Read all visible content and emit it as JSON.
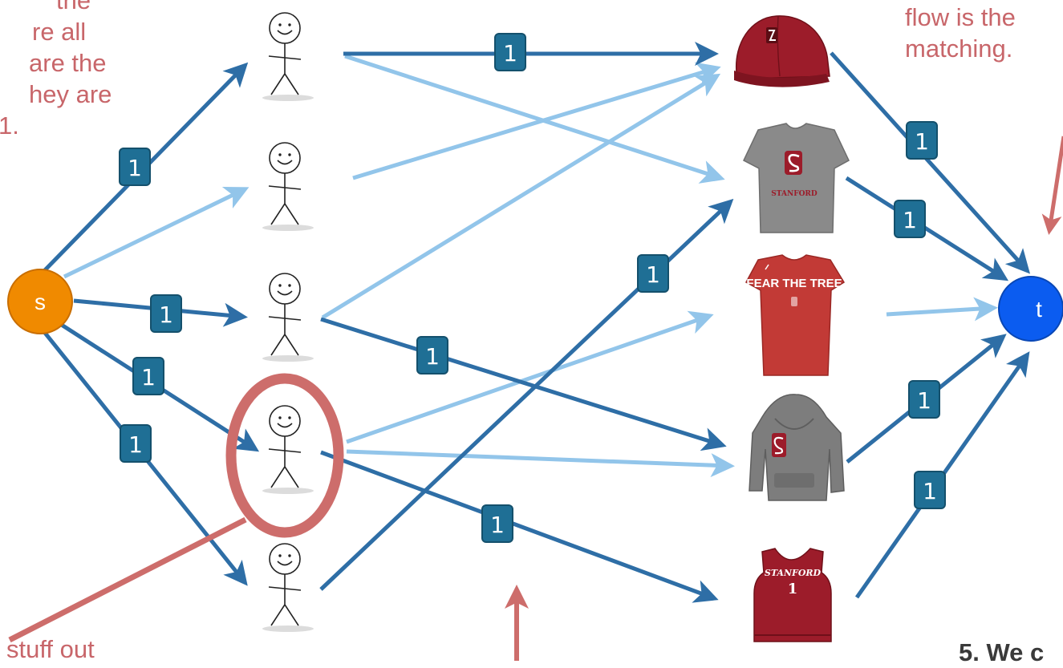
{
  "notes": {
    "top_left": [
      "the",
      "re all",
      "are the",
      "hey are",
      "1."
    ],
    "top_right": [
      "flow is the",
      "matching."
    ],
    "bottom_left": "stuff out",
    "bottom_right": "5. We c"
  },
  "nodes": {
    "source_label": "s",
    "sink_label": "t"
  },
  "edge_capacity_label": "1",
  "items": [
    "cap",
    "gray-shirt",
    "fear-the-tree-shirt",
    "hoodie",
    "jersey"
  ],
  "item_text": {
    "shirt": "STANFORD",
    "red_shirt": "FEAR THE TREE",
    "jersey": "STANFORD",
    "jersey_number": "1"
  },
  "colors": {
    "dark_edge": "#2e6ea6",
    "light_edge": "#92c5ea",
    "label_fill": "#1f6f95",
    "label_stroke": "#14506c",
    "source_fill": "#f08a00",
    "sink_fill": "#0b5cf0",
    "annotation": "#cd6d6b",
    "cardinal": "#9c1c2a"
  }
}
